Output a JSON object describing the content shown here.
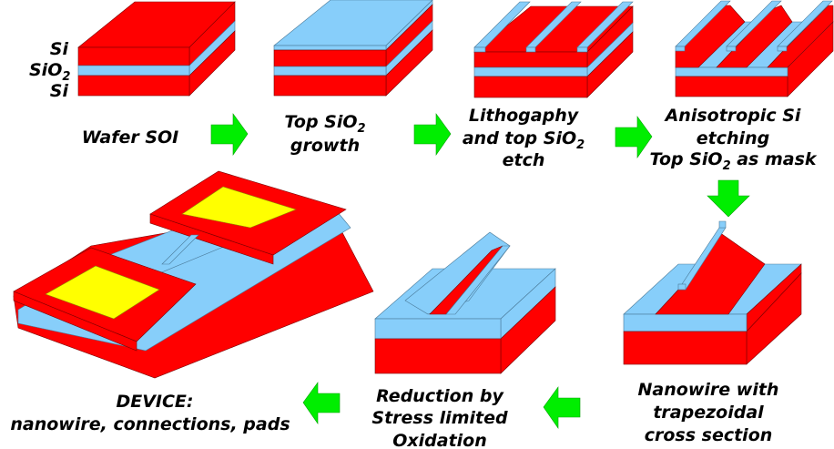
{
  "colors": {
    "silicon": "#ff0000",
    "oxide": "#87cefa",
    "pad": "#ffff00",
    "arrow": "#00ee00"
  },
  "layers": {
    "top": "Si",
    "middle": "SiO",
    "middle_sub": "2",
    "bottom": "Si"
  },
  "steps": {
    "wafer": {
      "line1": "Wafer SOI"
    },
    "growth": {
      "line1": "Top SiO",
      "line1_sub": "2",
      "line2": "growth"
    },
    "litho": {
      "line1": "Lithogaphy",
      "line2": "and top SiO",
      "line2_sub": "2",
      "line3": "etch"
    },
    "etching": {
      "line1": "Anisotropic Si",
      "line2": "etching",
      "line3a": "Top SiO",
      "line3_sub": "2",
      "line3b": " as mask"
    },
    "nanowire": {
      "line1": "Nanowire with",
      "line2": "trapezoidal",
      "line3": "cross section"
    },
    "oxidation": {
      "line1": "Reduction by",
      "line2": "Stress limited",
      "line3": "Oxidation"
    },
    "device": {
      "line1": "DEVICE:",
      "line2": "nanowire, connections, pads"
    }
  }
}
